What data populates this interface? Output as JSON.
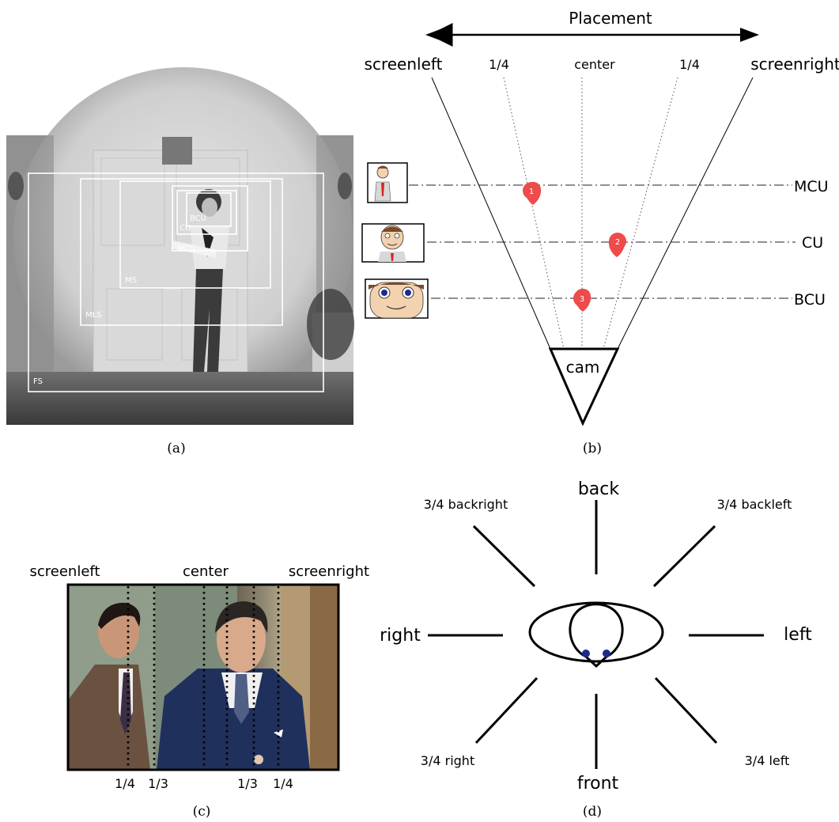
{
  "captions": {
    "a": "(a)",
    "b": "(b)",
    "c": "(c)",
    "d": "(d)"
  },
  "panel_a": {
    "shot_sizes": [
      "FS",
      "MLS",
      "MS",
      "MCU",
      "CU",
      "BCU"
    ]
  },
  "panel_b": {
    "title": "Placement",
    "placement_labels": [
      "screenleft",
      "1/4",
      "center",
      "1/4",
      "screenright"
    ],
    "size_rows": [
      "MCU",
      "CU",
      "BCU"
    ],
    "markers": [
      "1",
      "2",
      "3"
    ],
    "camera_label": "cam",
    "marker_color": "#ee4b4b"
  },
  "panel_c": {
    "top_labels": [
      "screenleft",
      "center",
      "screenright"
    ],
    "bottom_labels": [
      "1/4",
      "1/3",
      "1/3",
      "1/4"
    ]
  },
  "panel_d": {
    "directions": {
      "back": "back",
      "front": "front",
      "left": "left",
      "right": "right",
      "backright": "3/4 backright",
      "backleft": "3/4 backleft",
      "three_quarter_right": "3/4 right",
      "three_quarter_left": "3/4 left"
    },
    "eye_color": "#1c2a8a"
  }
}
